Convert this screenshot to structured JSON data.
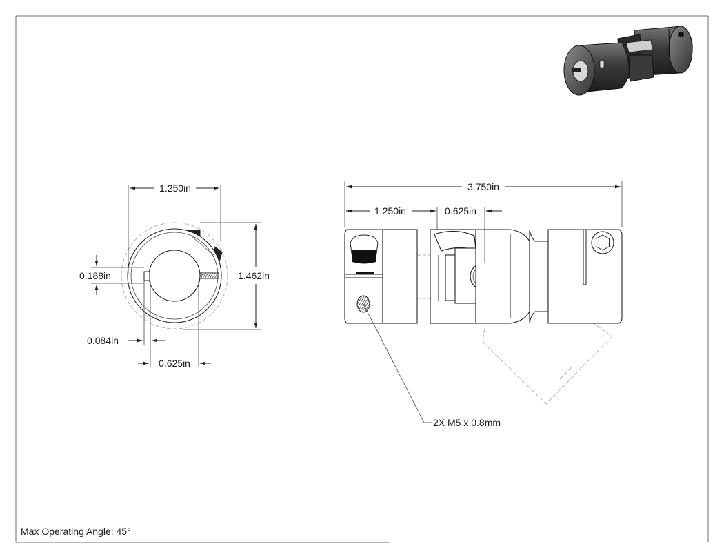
{
  "drawing": {
    "left_view": {
      "dims": {
        "width": "1.250in",
        "height": "1.462in",
        "keyway_width": "0.188in",
        "keyway_depth": "0.084in",
        "bore": "0.625in"
      }
    },
    "front_view": {
      "dims": {
        "overall_length": "3.750in",
        "hub_length": "1.250in",
        "joint_length": "0.625in"
      },
      "callout": "2X M5 x 0.8mm"
    },
    "footer_note": "Max Operating Angle: 45°"
  },
  "colors": {
    "line": "#222222",
    "hidden": "#999999",
    "iso_dark": "#3a3a3a"
  },
  "icons": [
    "isometric-coupling-icon",
    "socket-cap-screw-icon",
    "threaded-hole-icon"
  ]
}
